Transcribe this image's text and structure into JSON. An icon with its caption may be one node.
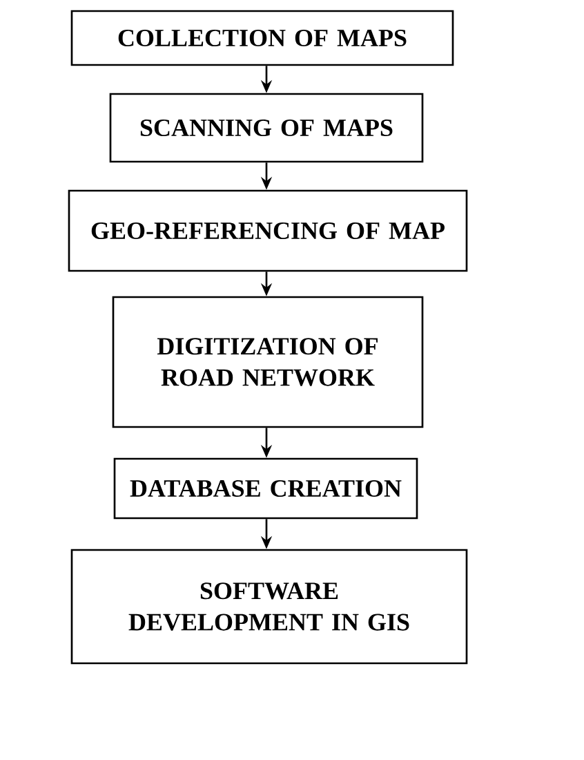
{
  "diagram": {
    "nodes": [
      {
        "text": [
          "COLLECTION OF MAPS"
        ]
      },
      {
        "text": [
          "SCANNING OF MAPS"
        ]
      },
      {
        "text": [
          "GEO-REFERENCING OF MAP"
        ]
      },
      {
        "text": [
          "DIGITIZATION OF ROAD NETWORK"
        ]
      },
      {
        "text": [
          "DATABASE CREATION"
        ]
      },
      {
        "text": [
          "SOFTWARE DEVELOPMENT IN GIS"
        ]
      }
    ],
    "edges": [
      {
        "from": 0,
        "to": 1,
        "arrow": "to"
      },
      {
        "from": 1,
        "to": 2,
        "arrow": "to"
      },
      {
        "from": 2,
        "to": 3,
        "arrow": "to"
      },
      {
        "from": 3,
        "to": 4,
        "arrow": "to"
      },
      {
        "from": 4,
        "to": 5,
        "arrow": "to"
      }
    ]
  }
}
